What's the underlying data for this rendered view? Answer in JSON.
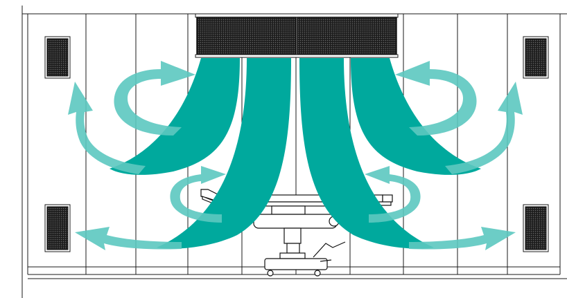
{
  "diagram": {
    "subject": "operating-room-laminar-airflow",
    "colors": {
      "background": "#ffffff",
      "outline": "#1a1a1a",
      "downflow": "#00a99d",
      "return_flow": "#5cc8c0",
      "grille": "#1a1a1a"
    },
    "elements": {
      "ceiling_diffuser": {
        "panels": 2,
        "icon": "grille-mesh"
      },
      "wall_exhaust_grilles": {
        "count": 4,
        "icon": "grille-mesh"
      },
      "operating_table": {
        "icon": "surgical-table"
      },
      "main_downflow_streams": 4,
      "recirculation_arrows": 8
    }
  }
}
